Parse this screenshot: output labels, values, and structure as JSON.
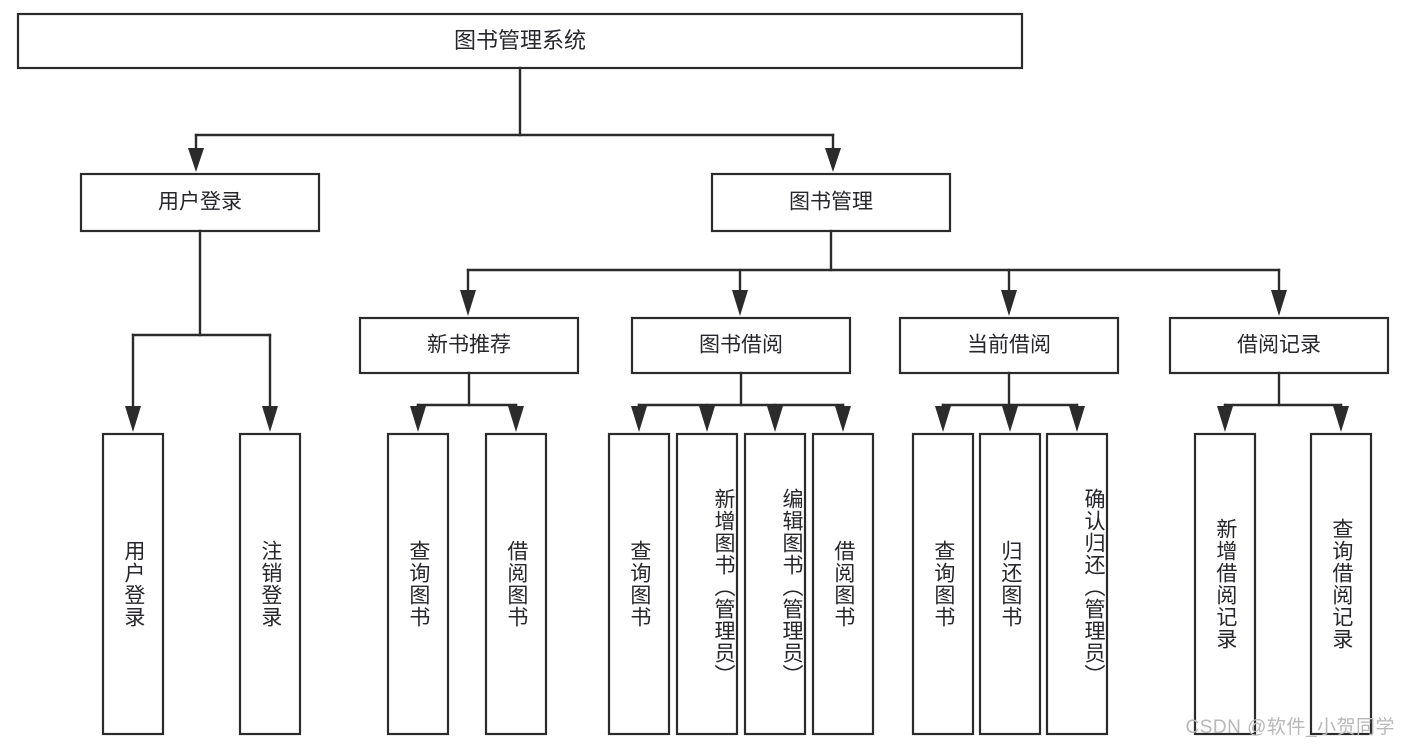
{
  "diagram": {
    "title": "图书管理系统",
    "type": "tree-hierarchy",
    "watermark": "CSDN @软件_小贺同学",
    "colors": {
      "background": "#ffffff",
      "box_fill": "#ffffff",
      "box_stroke": "#2b2b2b",
      "text": "#26262b",
      "connector": "#2b2b2b",
      "watermark": "#b8b8b8"
    },
    "root": {
      "label": "图书管理系统"
    },
    "level2": [
      {
        "label": "用户登录"
      },
      {
        "label": "图书管理"
      }
    ],
    "level3": [
      {
        "label": "新书推荐"
      },
      {
        "label": "图书借阅"
      },
      {
        "label": "当前借阅"
      },
      {
        "label": "借阅记录"
      }
    ],
    "leaves": {
      "user_login": [
        {
          "label": "用户登录"
        },
        {
          "label": "注销登录"
        }
      ],
      "new_book": [
        {
          "label": "查询图书"
        },
        {
          "label": "借阅图书"
        }
      ],
      "book_borrow": [
        {
          "label": "查询图书"
        },
        {
          "label": "新增图书（管理员）"
        },
        {
          "label": "编辑图书（管理员）"
        },
        {
          "label": "借阅图书"
        }
      ],
      "current_borrow": [
        {
          "label": "查询图书"
        },
        {
          "label": "归还图书"
        },
        {
          "label": "确认归还（管理员）"
        }
      ],
      "borrow_record": [
        {
          "label": "新增借阅记录"
        },
        {
          "label": "查询借阅记录"
        }
      ]
    }
  }
}
